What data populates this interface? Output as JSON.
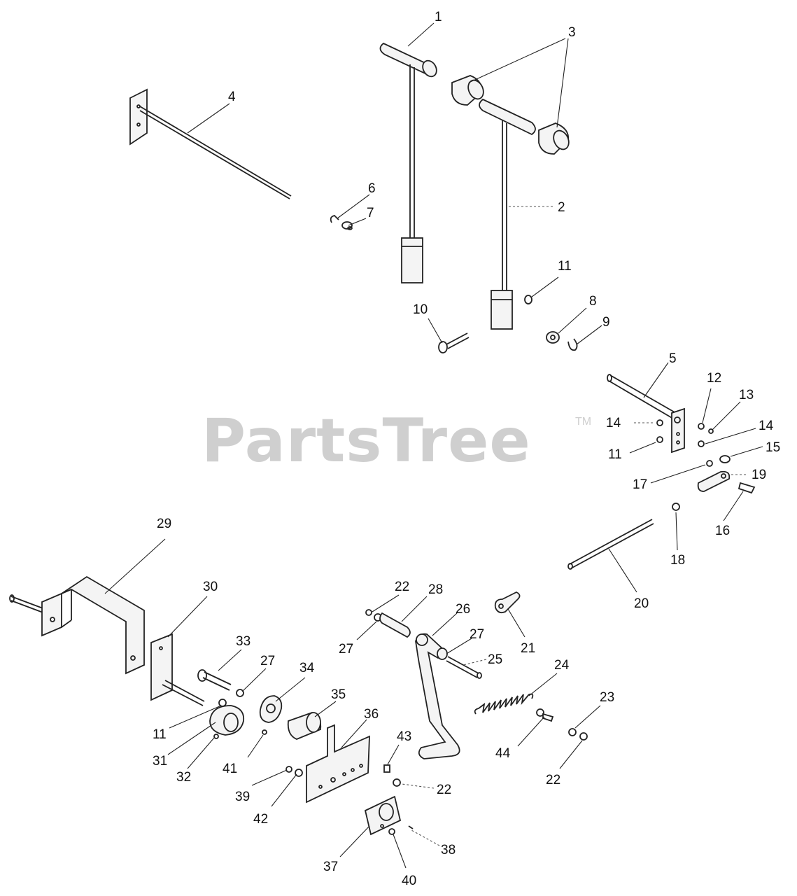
{
  "watermark": {
    "text": "PartsTree",
    "mark": "TM"
  },
  "callouts": [
    {
      "id": "1",
      "text": "1"
    },
    {
      "id": "2",
      "text": "2"
    },
    {
      "id": "3",
      "text": "3"
    },
    {
      "id": "4",
      "text": "4"
    },
    {
      "id": "5",
      "text": "5"
    },
    {
      "id": "6",
      "text": "6"
    },
    {
      "id": "7",
      "text": "7"
    },
    {
      "id": "8",
      "text": "8"
    },
    {
      "id": "9",
      "text": "9"
    },
    {
      "id": "10",
      "text": "10"
    },
    {
      "id": "11a",
      "text": "11"
    },
    {
      "id": "11b",
      "text": "11"
    },
    {
      "id": "11c",
      "text": "11"
    },
    {
      "id": "12",
      "text": "12"
    },
    {
      "id": "13",
      "text": "13"
    },
    {
      "id": "14a",
      "text": "14"
    },
    {
      "id": "14b",
      "text": "14"
    },
    {
      "id": "15",
      "text": "15"
    },
    {
      "id": "16",
      "text": "16"
    },
    {
      "id": "17",
      "text": "17"
    },
    {
      "id": "18",
      "text": "18"
    },
    {
      "id": "19",
      "text": "19"
    },
    {
      "id": "20",
      "text": "20"
    },
    {
      "id": "21",
      "text": "21"
    },
    {
      "id": "22a",
      "text": "22"
    },
    {
      "id": "22b",
      "text": "22"
    },
    {
      "id": "22c",
      "text": "22"
    },
    {
      "id": "23",
      "text": "23"
    },
    {
      "id": "24",
      "text": "24"
    },
    {
      "id": "25",
      "text": "25"
    },
    {
      "id": "26",
      "text": "26"
    },
    {
      "id": "27a",
      "text": "27"
    },
    {
      "id": "27b",
      "text": "27"
    },
    {
      "id": "27c",
      "text": "27"
    },
    {
      "id": "28",
      "text": "28"
    },
    {
      "id": "29",
      "text": "29"
    },
    {
      "id": "30",
      "text": "30"
    },
    {
      "id": "31",
      "text": "31"
    },
    {
      "id": "32",
      "text": "32"
    },
    {
      "id": "33",
      "text": "33"
    },
    {
      "id": "34",
      "text": "34"
    },
    {
      "id": "35",
      "text": "35"
    },
    {
      "id": "36",
      "text": "36"
    },
    {
      "id": "37",
      "text": "37"
    },
    {
      "id": "38",
      "text": "38"
    },
    {
      "id": "39",
      "text": "39"
    },
    {
      "id": "40",
      "text": "40"
    },
    {
      "id": "41",
      "text": "41"
    },
    {
      "id": "42",
      "text": "42"
    },
    {
      "id": "43",
      "text": "43"
    },
    {
      "id": "44",
      "text": "44"
    }
  ]
}
